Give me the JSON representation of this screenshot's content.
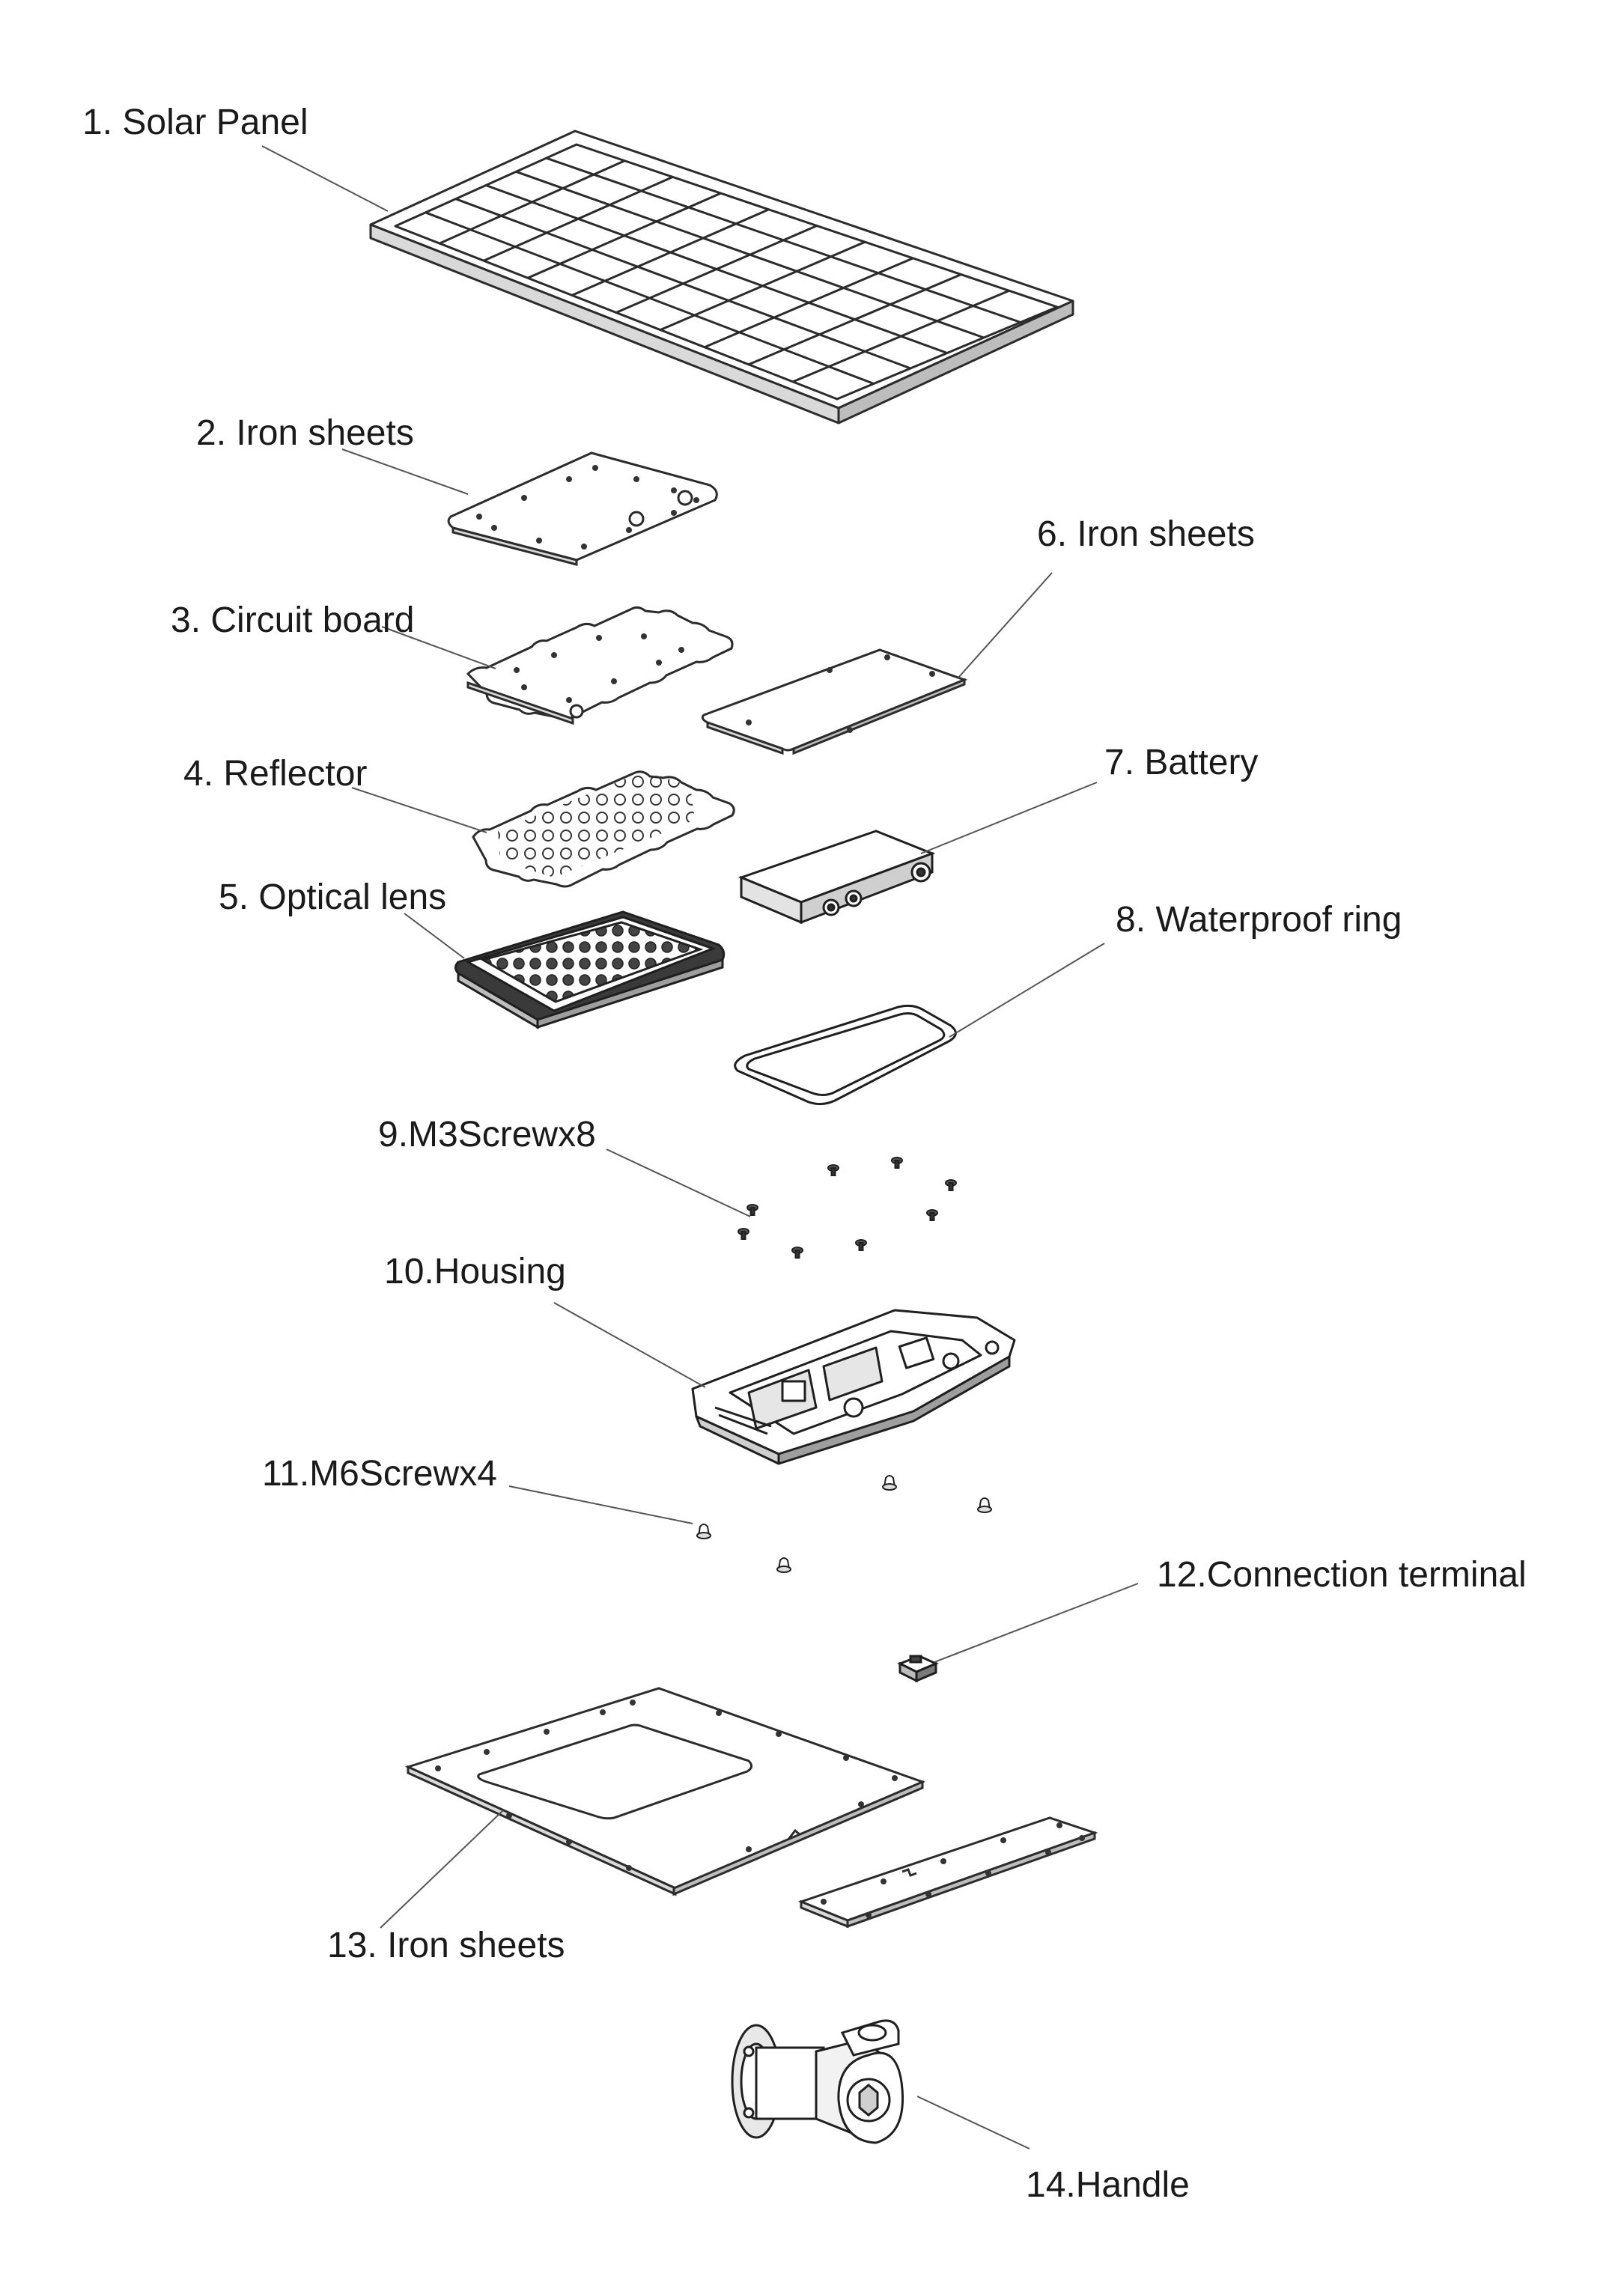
{
  "parts": [
    {
      "id": "solar-panel",
      "label": "1. Solar Panel"
    },
    {
      "id": "iron-sheets-top",
      "label": "2. Iron sheets"
    },
    {
      "id": "circuit-board",
      "label": "3. Circuit board"
    },
    {
      "id": "reflector",
      "label": "4. Reflector"
    },
    {
      "id": "optical-lens",
      "label": "5. Optical lens"
    },
    {
      "id": "iron-sheets-battery",
      "label": "6. Iron sheets"
    },
    {
      "id": "battery",
      "label": "7. Battery"
    },
    {
      "id": "waterproof-ring",
      "label": "8. Waterproof ring"
    },
    {
      "id": "m3-screws",
      "label": "9.M3Screwx8"
    },
    {
      "id": "housing",
      "label": "10.Housing"
    },
    {
      "id": "m6-screws",
      "label": "11.M6Screwx4"
    },
    {
      "id": "connection-terminal",
      "label": "12.Connection terminal"
    },
    {
      "id": "iron-sheets-bottom",
      "label": "13. Iron sheets"
    },
    {
      "id": "handle",
      "label": "14.Handle"
    }
  ],
  "colors": {
    "line": "#2b2b2b",
    "leader": "#555555",
    "fill": "#ffffff",
    "shade": "#d9d9d9",
    "dark": "#333333"
  }
}
